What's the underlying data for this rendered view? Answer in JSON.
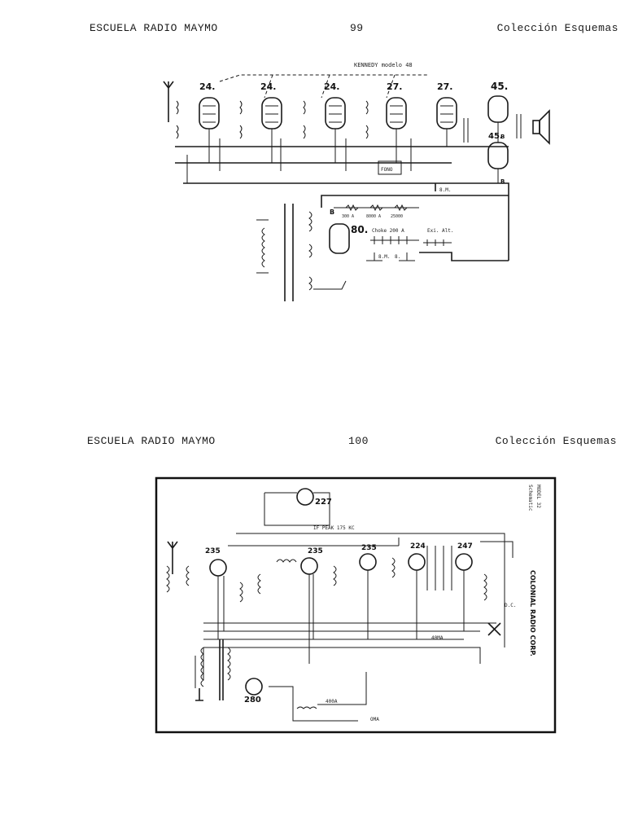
{
  "page_top": {
    "school": "ESCUELA RADIO MAYMO",
    "page_number": "99",
    "collection": "Colección Esquemas"
  },
  "schematic_1": {
    "model": "KENNEDY modelo 48",
    "tubes": [
      "24.",
      "24.",
      "24.",
      "27.",
      "27.",
      "45.",
      "45.",
      "80."
    ],
    "labels": {
      "choke": "Choke 200 A",
      "excitation": "Exi. Alt.",
      "fono": "FONO",
      "cap1": "8.M.",
      "cap2": "8.M.",
      "cap3": "8.",
      "b1": "B",
      "b2": "B",
      "b3": "B",
      "res1": "300 A",
      "res2": "8000 A",
      "res3": "25000"
    }
  },
  "page_bottom": {
    "school": "ESCUELA RADIO MAYMO",
    "page_number": "100",
    "collection": "Colección Esquemas"
  },
  "schematic_2": {
    "tubes": [
      "227",
      "235",
      "235",
      "235",
      "224",
      "247",
      "280"
    ],
    "if_label": "IF PEAK 175 KC",
    "manufacturer": "COLONIAL RADIO CORP.",
    "model": "MODEL 32",
    "model_sub": "Schematic",
    "labels": {
      "r1": "40MA",
      "r2": "400A",
      "r3": "OMA",
      "dc": "D.C."
    }
  }
}
